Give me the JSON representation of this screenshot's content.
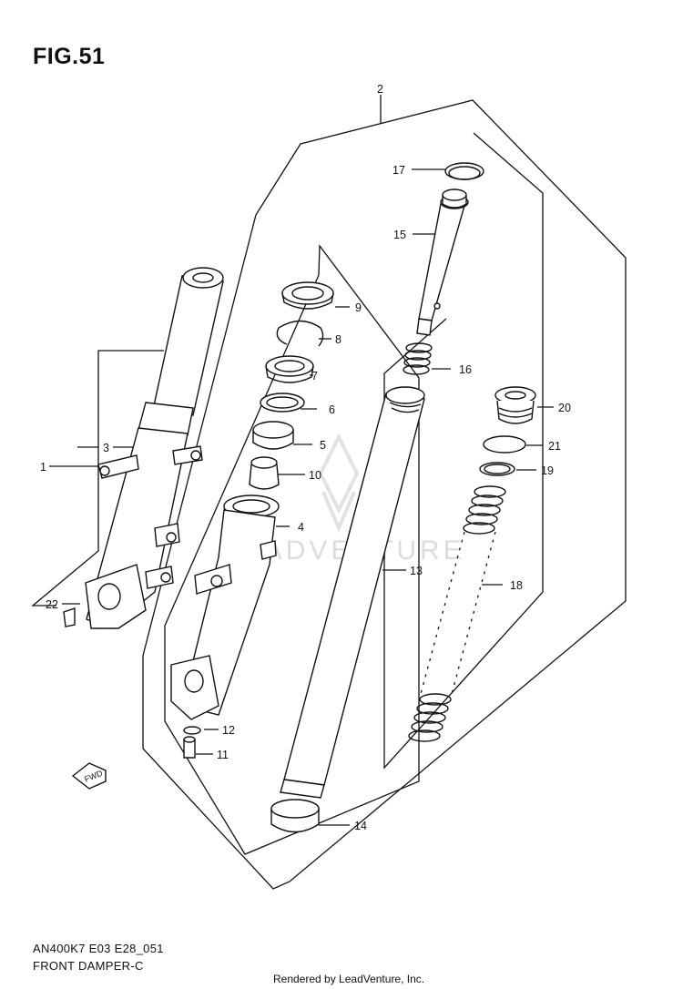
{
  "figure": {
    "title": "FIG.51",
    "code": "AN400K7 E03 E28_051",
    "name": "FRONT DAMPER-C",
    "rendered_by": "Rendered by LeadVenture, Inc."
  },
  "watermark": {
    "text": "LEADVENTURE"
  },
  "fwd_label": "FWD",
  "callouts": {
    "c1": "1",
    "c2": "2",
    "c3": "3",
    "c4": "4",
    "c5": "5",
    "c6": "6",
    "c7": "7",
    "c8": "8",
    "c9": "9",
    "c10": "10",
    "c11": "11",
    "c12": "12",
    "c13": "13",
    "c14": "14",
    "c15": "15",
    "c16": "16",
    "c17": "17",
    "c18": "18",
    "c19": "19",
    "c20": "20",
    "c21": "21",
    "c22": "22"
  }
}
